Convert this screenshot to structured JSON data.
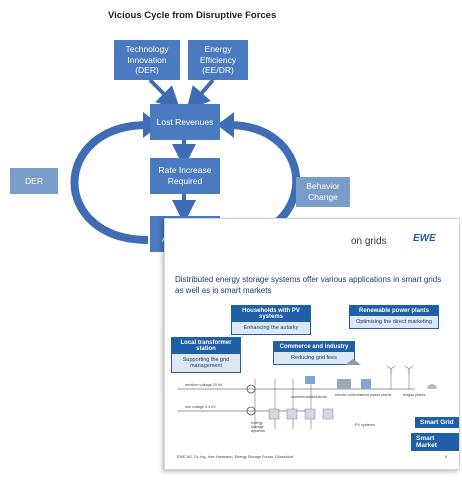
{
  "title": "Vicious Cycle from Disruptive Forces",
  "nodes": {
    "tech": "Technology Innovation (DER)",
    "energy": "Energy Efficiency (EE/DR)",
    "lost": "Lost Revenues",
    "rate": "Rate Increase Required",
    "customer": "Customer Assessment",
    "der": "DER",
    "behavior": "Behavior Change"
  },
  "slide": {
    "header": "on grids",
    "logo": "EWE",
    "heading": "Distributed energy storage systems offer various applications in smart grids as well as in smart markets",
    "boxes": {
      "households_title": "Households with PV systems",
      "households_body": "Enhancing the autarky",
      "renewable_title": "Renewable power plants",
      "renewable_body": "Optimising the direct marketing",
      "transformer_title": "Local transformer station",
      "transformer_body": "Supporting the grid management",
      "commerce_title": "Commerce and industry",
      "commerce_body": "Reducing grid fees"
    },
    "tags": {
      "smart_grid": "Smart Grid",
      "smart_market": "Smart Market"
    },
    "labels": {
      "medium": "medium voltage 20 kV",
      "low": "low voltage 0.4 kV",
      "storage": "energy storage systems",
      "commercial": "commercial/industrial",
      "pv": "PV systems",
      "vehicles": "electric vehicles",
      "wind": "wind power plants",
      "biogas": "biogas plants"
    },
    "footer": "EWE AG, Dr.-Ing. Ines Hartmann, Energy Storage Forum, Düsseldorf",
    "page": "6"
  },
  "colors": {
    "box": "#4a7abf",
    "arrow": "#3e6db5",
    "slide_accent": "#1f5fa8"
  }
}
